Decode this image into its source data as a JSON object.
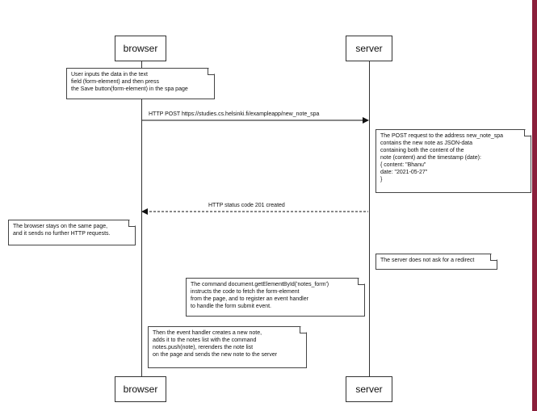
{
  "actors": {
    "browser_top": "browser",
    "server_top": "server",
    "browser_bottom": "browser",
    "server_bottom": "server"
  },
  "notes": {
    "user_input": [
      "User inputs the data in the text",
      "field (form-element) and then press",
      "the Save button(form-element) in the spa page"
    ],
    "post_content": [
      "The POST request to the address new_note_spa",
      "contains the new note as JSON-data",
      "containing both the content of the",
      "note (content) and the timestamp (date):",
      "{ content: \"Bhanu\"",
      "date: \"2021-05-27\"",
      "}"
    ],
    "browser_stays": [
      "The browser stays on the same page,",
      "and it sends no further HTTP requests."
    ],
    "no_redirect": [
      "The server does not ask for a redirect"
    ],
    "get_element": [
      "The command document.getElementById('notes_form')",
      "instructs the code to fetch the form-element",
      "from the page, and to register an event handler",
      "to handle the form submit event."
    ],
    "event_handler": [
      "Then the event handler creates a new note,",
      "adds it to the notes list with the command",
      "notes.push(note), rerenders the note list",
      "on the page and sends the new note to the server"
    ]
  },
  "messages": {
    "post": "HTTP POST https://studies.cs.helsinki.fi/exampleapp/new_note_spa",
    "response": "HTTP status code 201 created"
  },
  "colors": {
    "highlight": "#e4b84a",
    "right_bar": "#8a1f3b"
  }
}
